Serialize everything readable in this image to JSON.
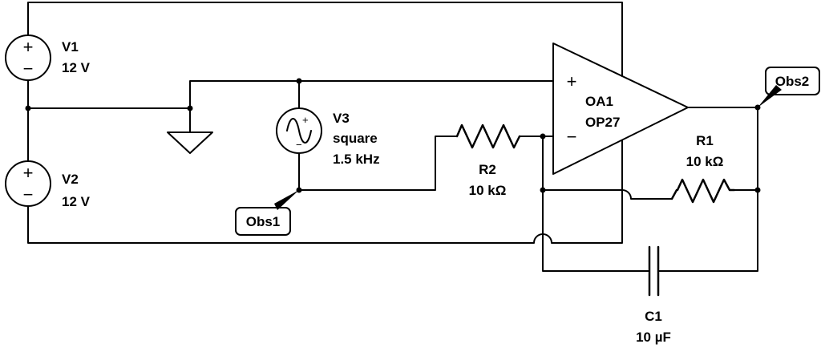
{
  "components": {
    "v1": {
      "name": "V1",
      "value": "12 V"
    },
    "v2": {
      "name": "V2",
      "value": "12 V"
    },
    "v3": {
      "name": "V3",
      "mode": "square",
      "freq": "1.5 kHz"
    },
    "oa1": {
      "name": "OA1",
      "model": "OP27"
    },
    "r1": {
      "name": "R1",
      "value": "10 kΩ"
    },
    "r2": {
      "name": "R2",
      "value": "10 kΩ"
    },
    "c1": {
      "name": "C1",
      "value": "10 µF"
    }
  },
  "probes": {
    "obs1": "Obs1",
    "obs2": "Obs2"
  },
  "symbols": {
    "plus": "+",
    "minus": "−"
  }
}
